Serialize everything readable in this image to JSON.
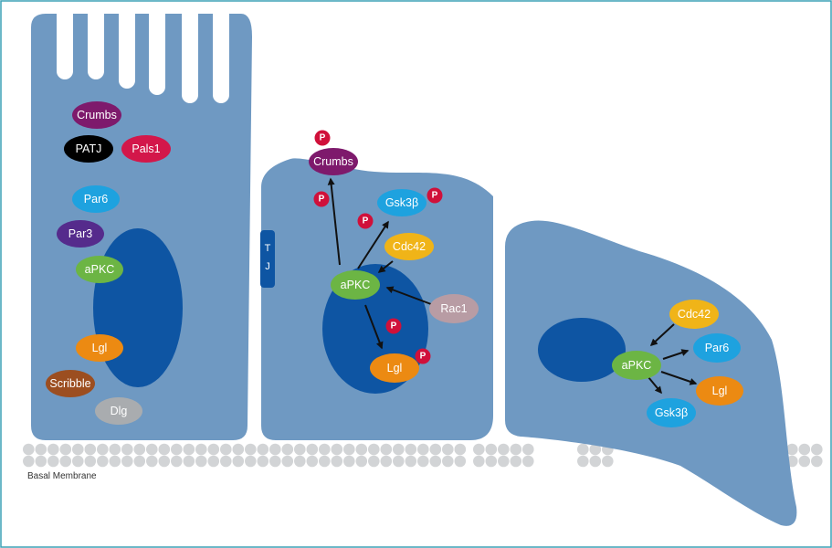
{
  "colors": {
    "frame": "#3aa0b5",
    "cell": "#6f99c2",
    "nucleus": "#0e55a3",
    "membrane_dot": "#d2d4d6",
    "phospho": "#d0103a",
    "arrow": "#111111"
  },
  "labels": {
    "basal_membrane": "Basal Membrane",
    "tj_t": "T",
    "tj_j": "J",
    "phospho": "P"
  },
  "cell1": {
    "crumbs": {
      "label": "Crumbs",
      "color": "#7e1a6c",
      "text_color": "#ffffff"
    },
    "patj": {
      "label": "PATJ",
      "color": "#000000",
      "text_color": "#ffffff"
    },
    "pals1": {
      "label": "Pals1",
      "color": "#d3174a",
      "text_color": "#ffffff"
    },
    "par6": {
      "label": "Par6",
      "color": "#1ea2df",
      "text_color": "#ffffff"
    },
    "par3": {
      "label": "Par3",
      "color": "#552b8c",
      "text_color": "#ffffff"
    },
    "apkc": {
      "label": "aPKC",
      "color": "#6cb544",
      "text_color": "#ffffff"
    },
    "lgl": {
      "label": "Lgl",
      "color": "#ec8a12",
      "text_color": "#ffffff"
    },
    "scribble": {
      "label": "Scribble",
      "color": "#9c4e20",
      "text_color": "#ffffff"
    },
    "dlg": {
      "label": "Dlg",
      "color": "#a9acaf",
      "text_color": "#ffffff"
    }
  },
  "cell2": {
    "crumbs": {
      "label": "Crumbs",
      "color": "#7e1a6c",
      "text_color": "#ffffff"
    },
    "gsk3b": {
      "label": "Gsk3β",
      "color": "#1ea2df",
      "text_color": "#ffffff"
    },
    "cdc42": {
      "label": "Cdc42",
      "color": "#f0b418",
      "text_color": "#ffffff"
    },
    "apkc": {
      "label": "aPKC",
      "color": "#6cb544",
      "text_color": "#ffffff"
    },
    "rac1": {
      "label": "Rac1",
      "color": "#b89ca4",
      "text_color": "#ffffff"
    },
    "lgl": {
      "label": "Lgl",
      "color": "#ec8a12",
      "text_color": "#ffffff"
    }
  },
  "cell3": {
    "cdc42": {
      "label": "Cdc42",
      "color": "#f0b418",
      "text_color": "#ffffff"
    },
    "apkc": {
      "label": "aPKC",
      "color": "#6cb544",
      "text_color": "#ffffff"
    },
    "par6": {
      "label": "Par6",
      "color": "#1ea2df",
      "text_color": "#ffffff"
    },
    "lgl": {
      "label": "Lgl",
      "color": "#ec8a12",
      "text_color": "#ffffff"
    },
    "gsk3b": {
      "label": "Gsk3β",
      "color": "#1ea2df",
      "text_color": "#ffffff"
    }
  }
}
